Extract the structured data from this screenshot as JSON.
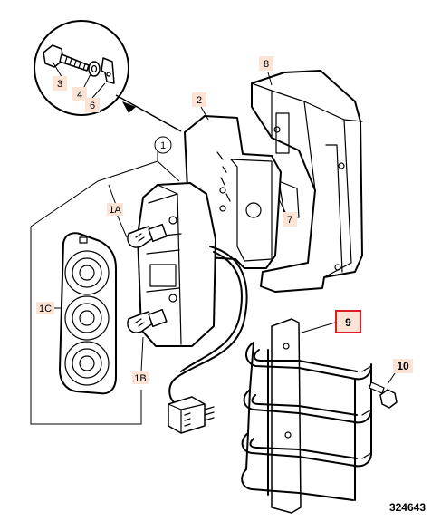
{
  "diagram": {
    "reference_number": "324643",
    "callouts": {
      "c1": "1",
      "c1a": "1A",
      "c1b": "1B",
      "c1c": "1C",
      "c2": "2",
      "c3": "3",
      "c4": "4",
      "c6": "6",
      "c7": "7",
      "c8": "8",
      "c9": "9",
      "c10": "10"
    },
    "highlighted_callout": "9",
    "colors": {
      "label_background": "#fbe3d6",
      "highlight_border": "#e01b24",
      "line": "#000000"
    }
  }
}
